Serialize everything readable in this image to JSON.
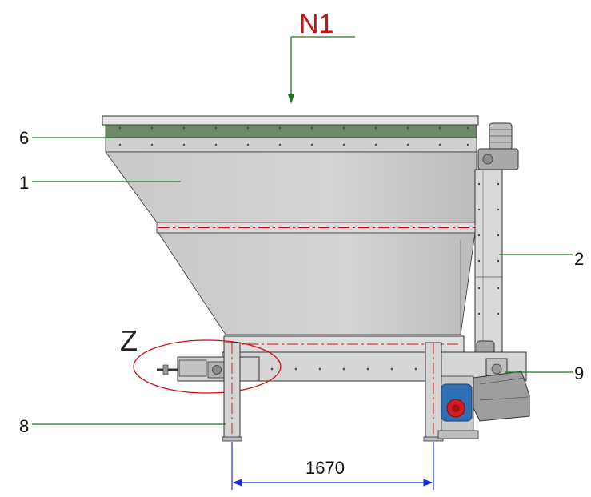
{
  "diagram": {
    "section_label": "N1",
    "detail_label": "Z",
    "dimension": "1670",
    "callouts": [
      {
        "id": "6",
        "text": "6"
      },
      {
        "id": "1",
        "text": "1"
      },
      {
        "id": "2",
        "text": "2"
      },
      {
        "id": "9",
        "text": "9"
      },
      {
        "id": "8",
        "text": "8"
      }
    ]
  },
  "colors": {
    "accent_red": "#cc1111",
    "leader_green": "#1a7a1a",
    "dimension_blue": "#1a2ee0",
    "hopper_gray": "#cfcfcf",
    "frame_gray": "#d9d9d9",
    "band_green": "#6f8a6a",
    "motor_blue": "#2e6fb5",
    "line_dark": "#333333"
  }
}
